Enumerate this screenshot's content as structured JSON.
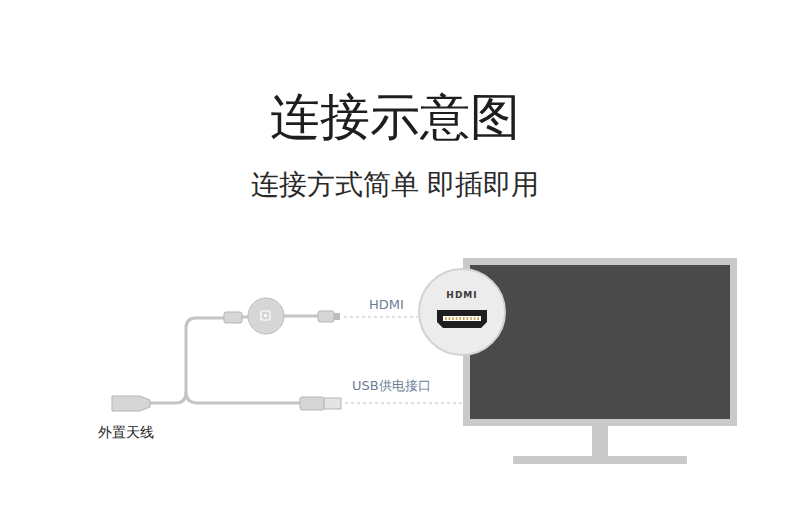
{
  "diagram": {
    "title": "连接示意图",
    "nodes": [
      {
        "text": [
          "HDMI"
        ]
      }
    ],
    "labels": [
      "连接方式简单 即插即用",
      "HDMI",
      "USB供电接口",
      "外置天线"
    ]
  }
}
